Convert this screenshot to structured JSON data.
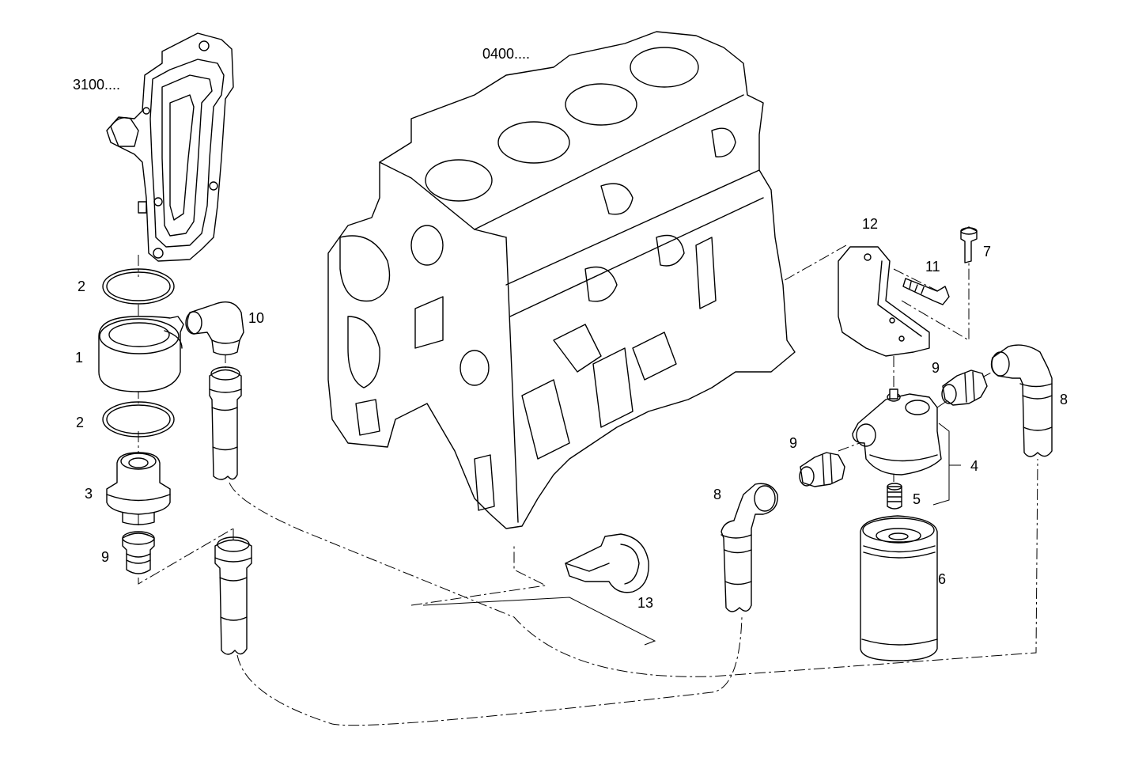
{
  "labels": {
    "ref_3100": "3100....",
    "ref_0400": "0400....",
    "p1": "1",
    "p2a": "2",
    "p2b": "2",
    "p3": "3",
    "p4": "4",
    "p5": "5",
    "p6": "6",
    "p7": "7",
    "p8a": "8",
    "p8b": "8",
    "p9a": "9",
    "p9b": "9",
    "p9c": "9",
    "p10": "10",
    "p11": "11",
    "p12": "12",
    "p13": "13"
  }
}
